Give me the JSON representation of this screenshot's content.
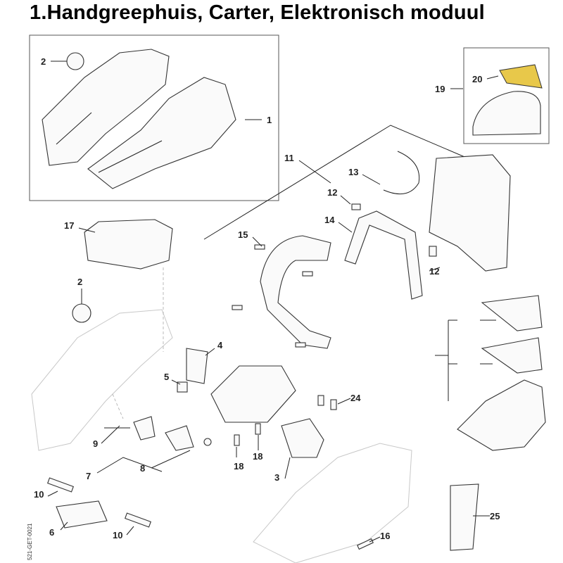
{
  "title": "1.Handgreephuis, Carter, Elektronisch moduul",
  "callouts": [
    "2",
    "1",
    "19",
    "20",
    "11",
    "13",
    "12",
    "14",
    "15",
    "12",
    "17",
    "2",
    "4",
    "5",
    "24",
    "9",
    "7",
    "8",
    "18",
    "18",
    "3",
    "10",
    "6",
    "10",
    "16",
    "25"
  ],
  "document_id": "521-GET-0021"
}
